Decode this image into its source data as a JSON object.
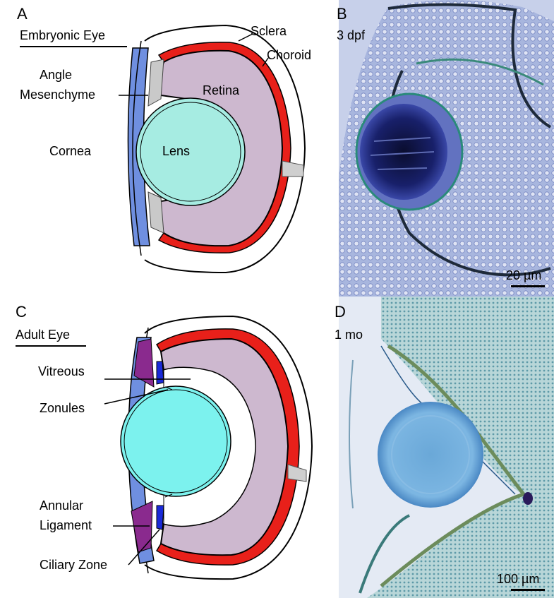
{
  "panels": {
    "a": {
      "letter": "A",
      "title": "Embryonic Eye",
      "labels": {
        "sclera": "Sclera",
        "choroid": "Choroid",
        "retina": "Retina",
        "angle": "Angle",
        "mesenchyme": "Mesenchyme",
        "cornea": "Cornea",
        "lens": "Lens"
      }
    },
    "b": {
      "letter": "B",
      "stage": "3 dpf",
      "scale": "20 µm"
    },
    "c": {
      "letter": "C",
      "title": "Adult Eye",
      "labels": {
        "vitreous": "Vitreous",
        "zonules": "Zonules",
        "annular": "Annular",
        "ligament": "Ligament",
        "ciliary_zone": "Ciliary Zone"
      }
    },
    "d": {
      "letter": "D",
      "stage": "1 mo",
      "scale": "100 µm"
    }
  },
  "colors": {
    "cornea": "#6f8fe0",
    "sclera": "#ffffff",
    "choroid": "#e8201a",
    "retina": "#cdb8cf",
    "lens_embryo": "#a6ece2",
    "lens_adult": "#7cf2ee",
    "mesenchyme": "#c9c9c9",
    "annular_ligament": "#8a2a8e",
    "ciliary_zone": "#1a2ad8",
    "histo_b_bg": "#a6b4dc",
    "histo_d_bg": "#e4eaf4"
  }
}
